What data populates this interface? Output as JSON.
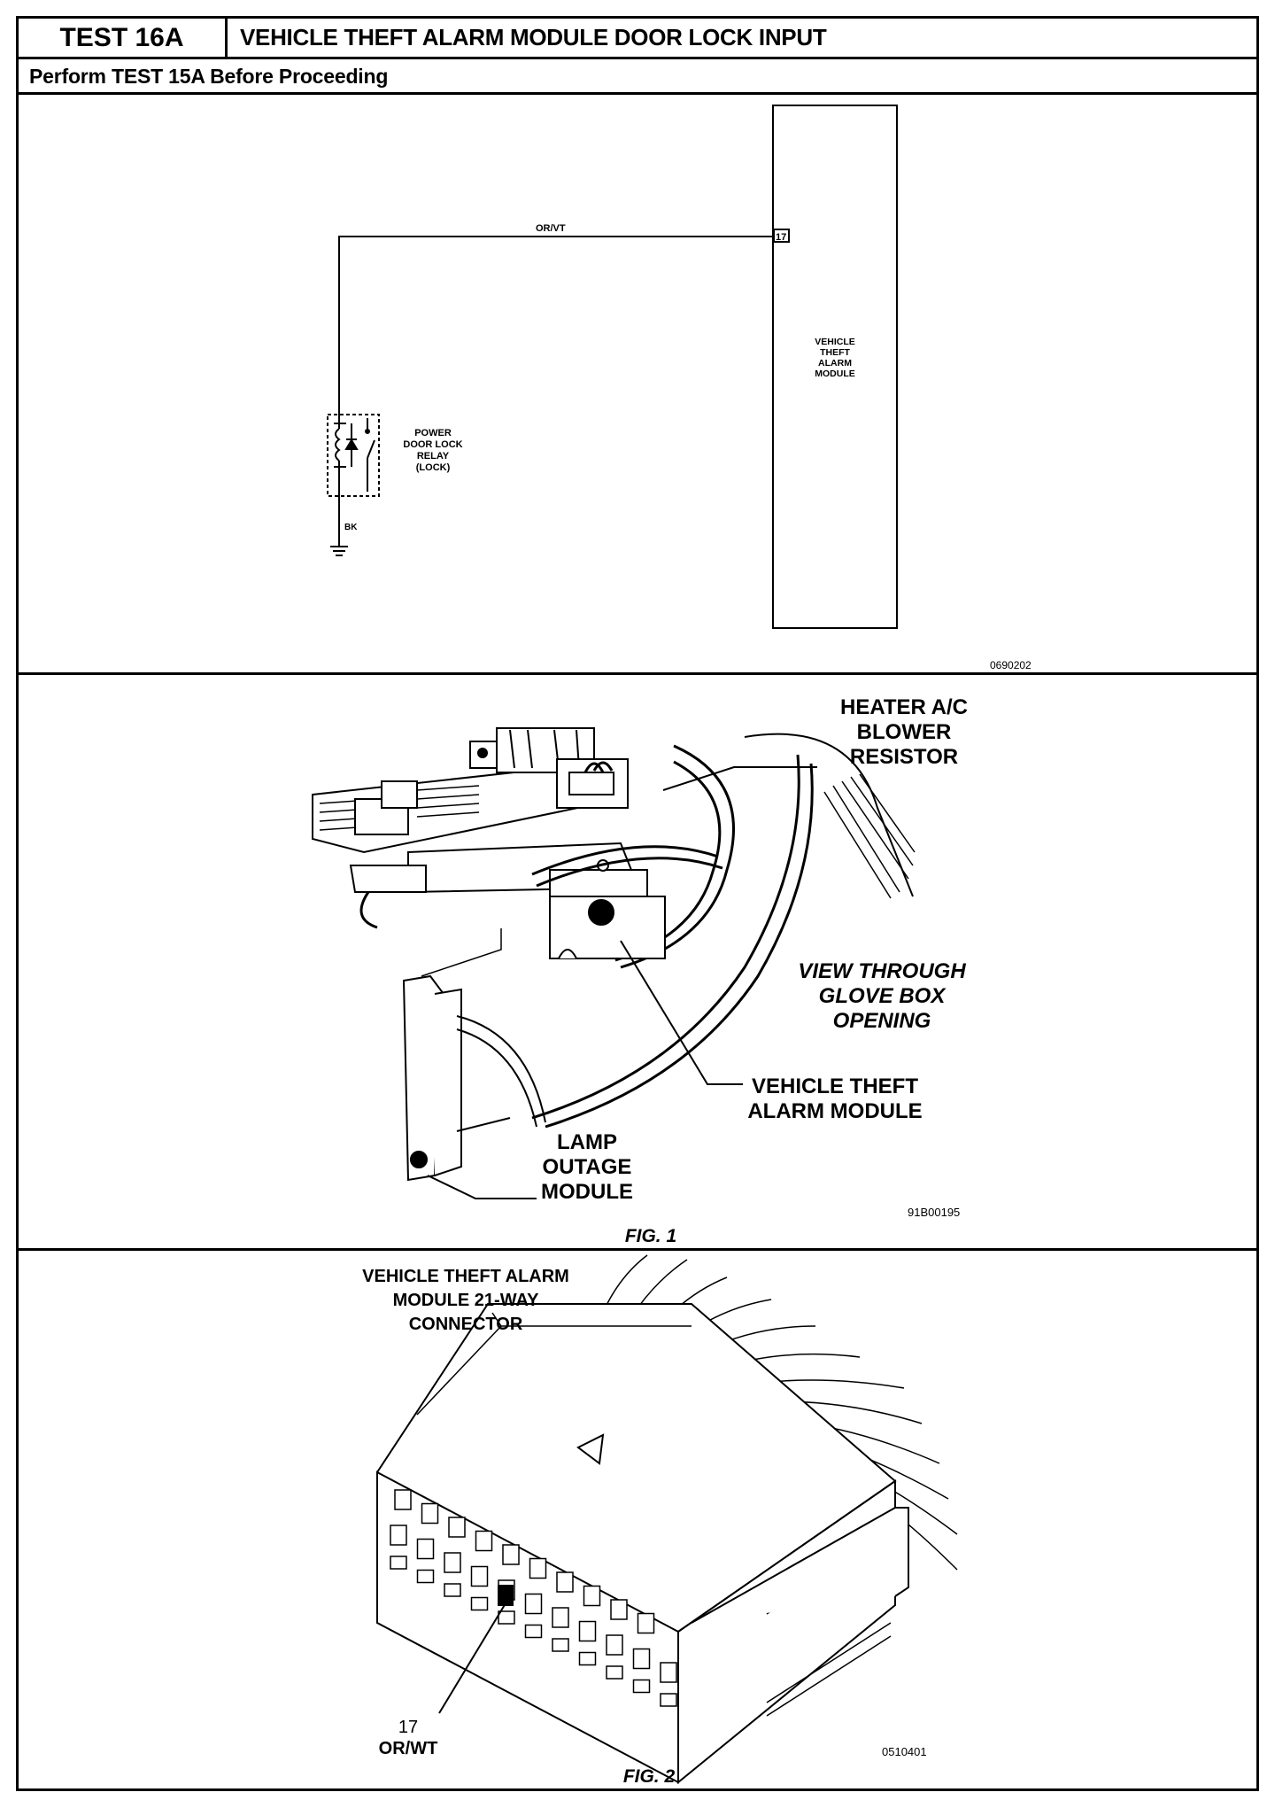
{
  "header": {
    "test_id": "TEST 16A",
    "title": "VEHICLE THEFT ALARM MODULE DOOR LOCK INPUT",
    "prerequisite": "Perform TEST 15A Before Proceeding"
  },
  "schematic": {
    "wire_label": "OR/VT",
    "pin_number": "17",
    "module_label": [
      "VEHICLE",
      "THEFT",
      "ALARM",
      "MODULE"
    ],
    "relay_label": [
      "POWER",
      "DOOR LOCK",
      "RELAY",
      "(LOCK)"
    ],
    "ground_wire_label": "BK",
    "figure_code": "0690202"
  },
  "figure1": {
    "labels": {
      "blower_resistor": [
        "HEATER A/C",
        "BLOWER",
        "RESISTOR"
      ],
      "view_note": [
        "VIEW THROUGH",
        "GLOVE BOX",
        "OPENING"
      ],
      "theft_module": [
        "VEHICLE THEFT",
        "ALARM MODULE"
      ],
      "lamp_outage": [
        "LAMP",
        "OUTAGE",
        "MODULE"
      ]
    },
    "figure_code": "91B00195",
    "caption": "FIG. 1"
  },
  "figure2": {
    "connector_label": [
      "VEHICLE THEFT ALARM",
      "MODULE 21-WAY",
      "CONNECTOR"
    ],
    "pin_callout": [
      "17",
      "OR/WT"
    ],
    "figure_code": "0510401",
    "caption": "FIG. 2"
  }
}
